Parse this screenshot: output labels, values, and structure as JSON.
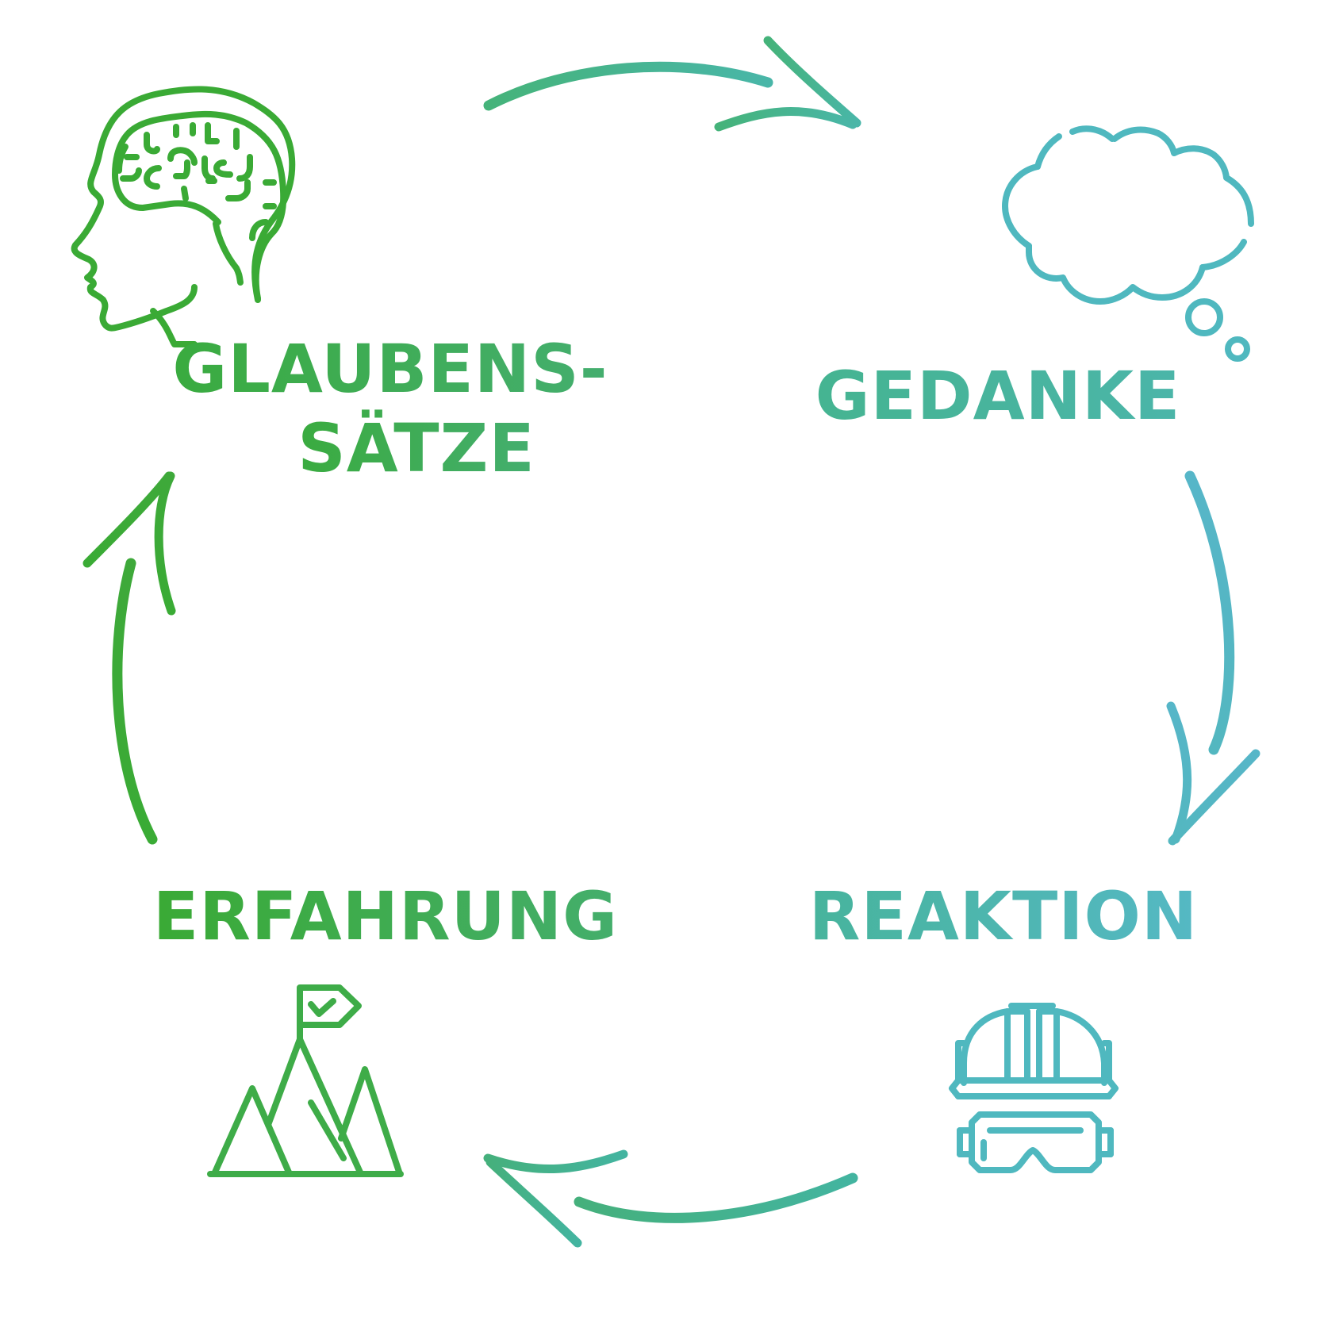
{
  "stages": {
    "beliefs": {
      "line1": "GLAUBENS-",
      "line2": "SÄTZE",
      "icon": "head-brain-icon"
    },
    "thought": {
      "label": "GEDANKE",
      "icon": "thought-cloud-icon"
    },
    "reaction": {
      "label": "REAKTION",
      "icon": "helmet-goggles-icon"
    },
    "experience": {
      "label": "ERFAHRUNG",
      "icon": "mountain-flag-icon"
    }
  },
  "colors": {
    "green": "#3aaa35",
    "green_teal": "#42ae6e",
    "teal": "#45b59a",
    "light_teal": "#4fb8bf",
    "blue_teal": "#57b8c6"
  }
}
